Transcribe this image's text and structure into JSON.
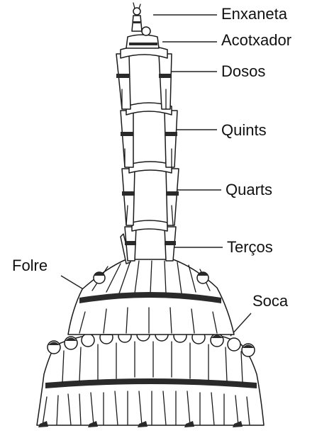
{
  "labels": {
    "enxaneta": "Enxaneta",
    "acotxador": "Acotxador",
    "dosos": "Dosos",
    "quints": "Quints",
    "quarts": "Quarts",
    "tercos": "Terços",
    "folre": "Folre",
    "soca": "Soca"
  }
}
